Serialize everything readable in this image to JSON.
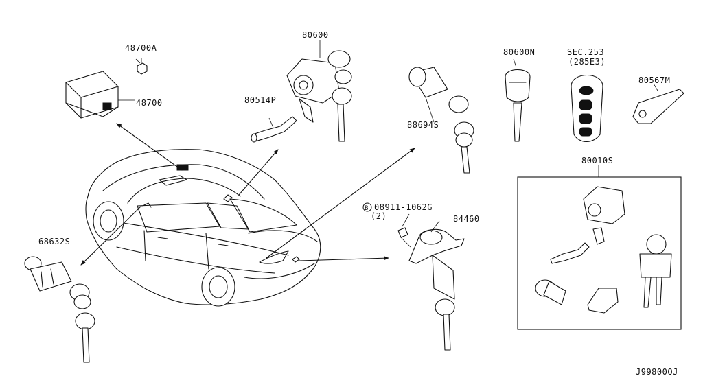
{
  "diagram": {
    "code": "J99800QJ",
    "labels": {
      "p48700A": "48700A",
      "p48700": "48700",
      "p80600": "80600",
      "p80514P": "80514P",
      "p88694S": "88694S",
      "p80600N": "80600N",
      "sec_line1": "SEC.253",
      "sec_line2": "(285E3)",
      "p80567M": "80567M",
      "p80010S": "80010S",
      "p68632S": "68632S",
      "bolt_circle": "B",
      "bolt_part": "08911-1062G",
      "bolt_qty": "(2)",
      "p84460": "84460"
    }
  }
}
